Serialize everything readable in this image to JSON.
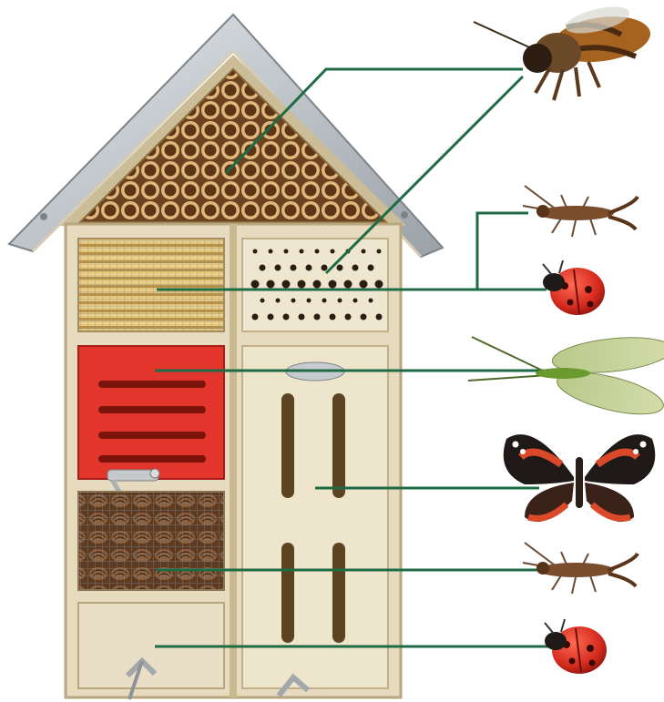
{
  "diagram": {
    "subject": "insect-hotel",
    "compartments": [
      {
        "id": "bamboo-tubes"
      },
      {
        "id": "drilled-block"
      },
      {
        "id": "straw-bundle"
      },
      {
        "id": "red-slotted-box"
      },
      {
        "id": "slotted-door"
      },
      {
        "id": "pine-cones"
      },
      {
        "id": "bottom-drawer"
      }
    ],
    "insects": [
      {
        "id": "bee",
        "links_to": [
          "bamboo-tubes",
          "drilled-block"
        ]
      },
      {
        "id": "earwig-upper",
        "links_to": [
          "straw-bundle"
        ]
      },
      {
        "id": "ladybird-upper",
        "links_to": [
          "straw-bundle"
        ]
      },
      {
        "id": "lacewing",
        "links_to": [
          "red-slotted-box"
        ]
      },
      {
        "id": "red-admiral-butterfly",
        "links_to": [
          "slotted-door"
        ]
      },
      {
        "id": "earwig-lower",
        "links_to": [
          "pine-cones"
        ]
      },
      {
        "id": "ladybird-lower",
        "links_to": [
          "bottom-drawer"
        ]
      }
    ]
  },
  "colors": {
    "connector": "#1f6b45",
    "wood_light": "#e9dfc6",
    "wood_mid": "#d9cba7",
    "roof_metal": "#b9bfc4",
    "red_box": "#e2362c",
    "bamboo": "#c8955a",
    "straw": "#d8b66c",
    "ladybird": "#d42a1e",
    "butterfly_orange": "#d9492a"
  }
}
